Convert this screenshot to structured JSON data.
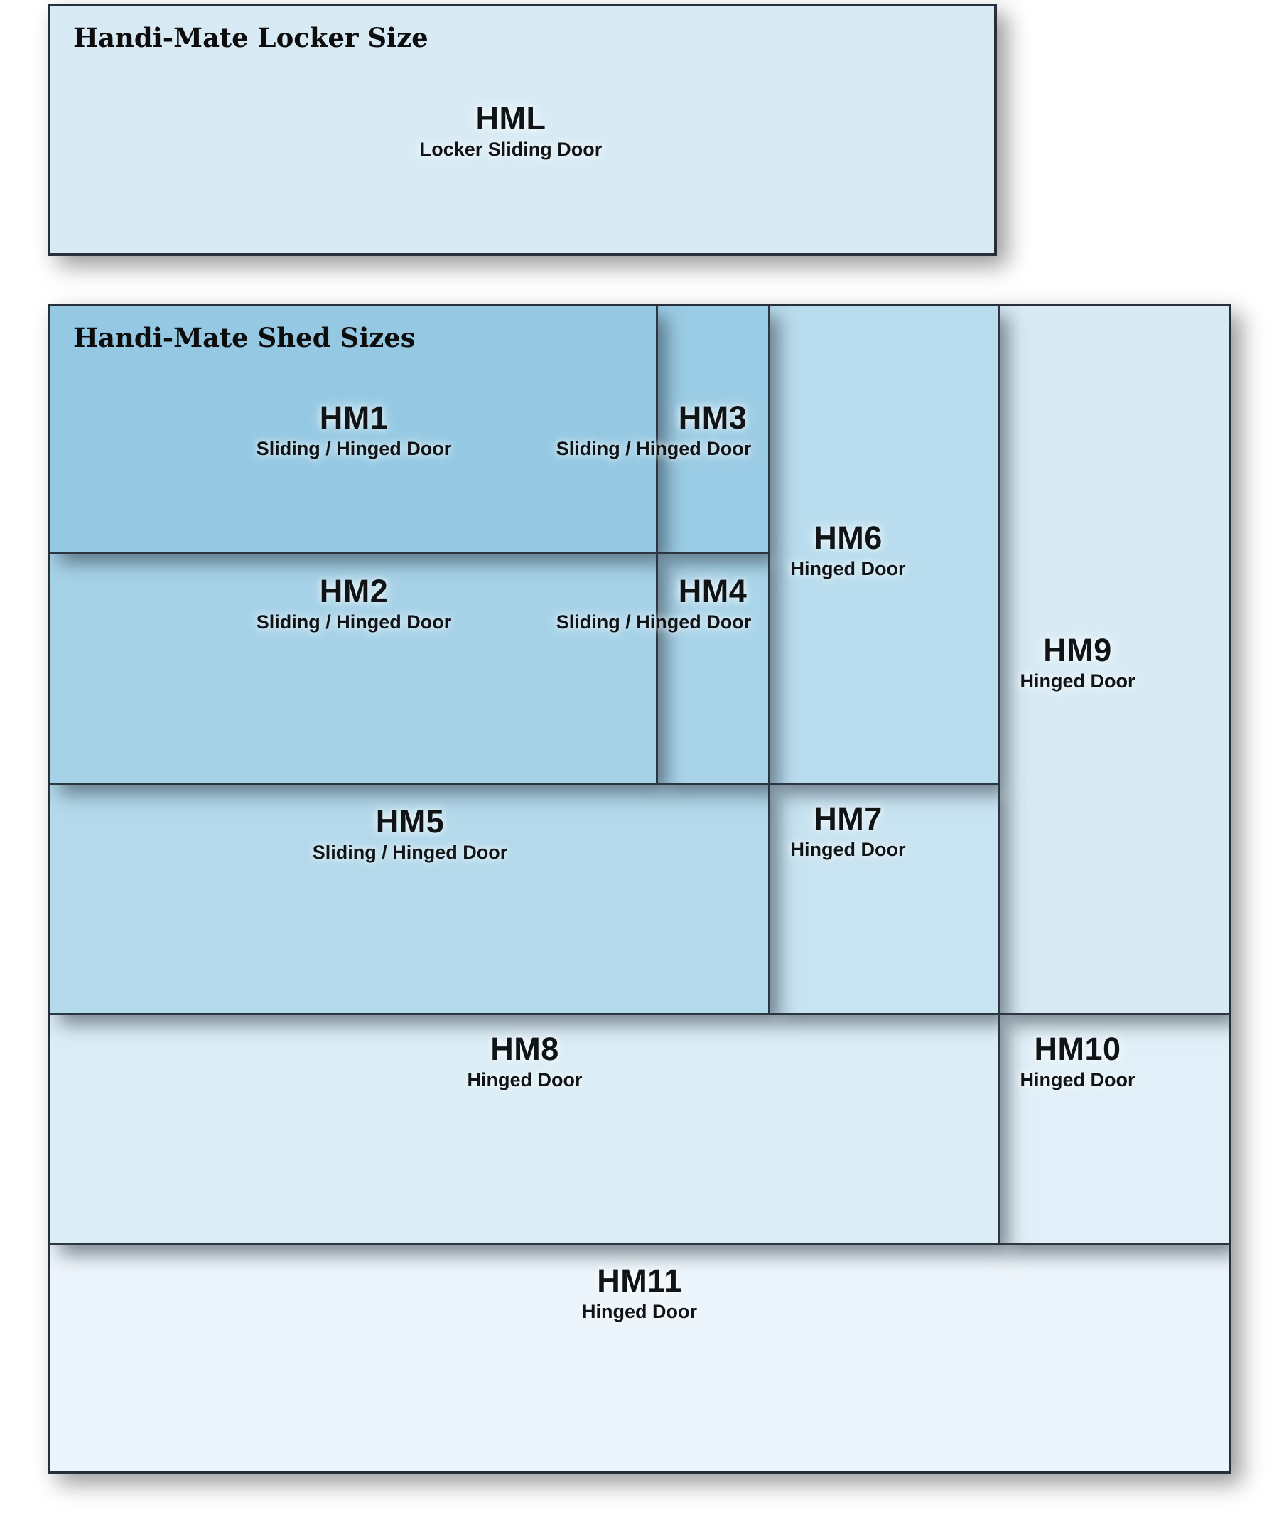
{
  "locker_section": {
    "heading": "Handi-Mate Locker Size",
    "unit": {
      "code": "HML",
      "door_type": "Locker Sliding Door"
    }
  },
  "shed_section": {
    "heading": "Handi-Mate Shed Sizes",
    "units": [
      {
        "code": "HM1",
        "door_type": "Sliding / Hinged Door"
      },
      {
        "code": "HM2",
        "door_type": "Sliding / Hinged Door"
      },
      {
        "code": "HM3",
        "door_type": "Sliding / Hinged Door"
      },
      {
        "code": "HM4",
        "door_type": "Sliding / Hinged Door"
      },
      {
        "code": "HM5",
        "door_type": "Sliding / Hinged Door"
      },
      {
        "code": "HM6",
        "door_type": "Hinged Door"
      },
      {
        "code": "HM7",
        "door_type": "Hinged Door"
      },
      {
        "code": "HM8",
        "door_type": "Hinged Door"
      },
      {
        "code": "HM9",
        "door_type": "Hinged Door"
      },
      {
        "code": "HM10",
        "door_type": "Hinged Door"
      },
      {
        "code": "HM11",
        "door_type": "Hinged Door"
      }
    ]
  },
  "colors": {
    "border": "#2c3640",
    "locker_fill": "#d8ebf5",
    "hm1": "#95c9e3",
    "hm2": "#a6d2e8",
    "hm3": "#9bcce5",
    "hm4": "#a9d4e9",
    "hm5": "#b3d9eb",
    "hm6": "#b9ddee",
    "hm7": "#c8e3f1",
    "hm8": "#dbedf6",
    "hm9": "#d8ebf5",
    "hm10": "#e1f0f8",
    "hm11": "#ecf5fb"
  }
}
